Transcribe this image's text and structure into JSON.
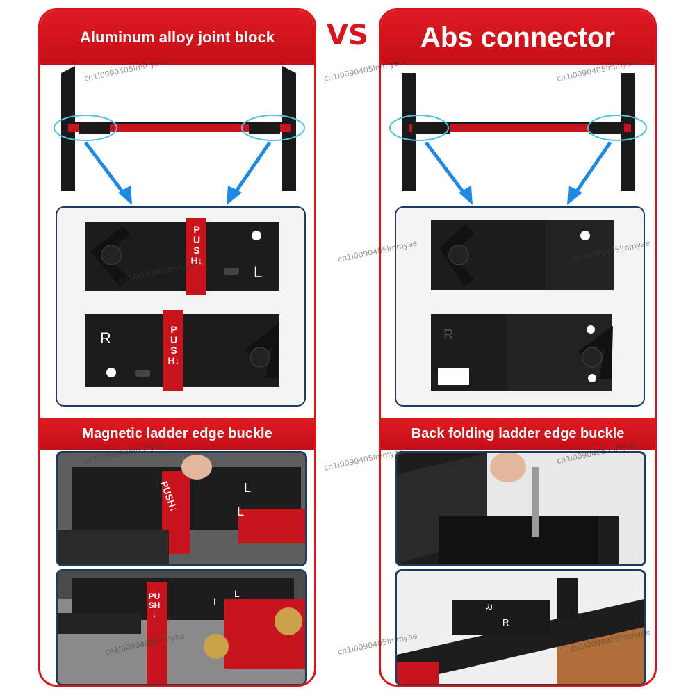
{
  "comparison": {
    "vs_label": "VS"
  },
  "left": {
    "title": "Aluminum alloy joint block",
    "subtitle": "Magnetic ladder edge buckle",
    "block_top": {
      "push": "PUSH↓",
      "letter": "L"
    },
    "block_bottom": {
      "push": "PUSH↓",
      "letter": "R"
    },
    "photo1_letters": [
      "L",
      "L"
    ],
    "photo1_push": "PUSH↓",
    "photo2_letters": [
      "L",
      "L"
    ],
    "photo2_push": "PUSH↓"
  },
  "right": {
    "title": "Abs connector",
    "subtitle": "Back folding ladder edge buckle",
    "block_bottom": {
      "letter": "R"
    },
    "photo2_letters": [
      "R",
      "R"
    ]
  },
  "watermark": "cn1l0090405lmmyae",
  "colors": {
    "brand_red": "#d8141c",
    "frame_navy": "#1c3c5e",
    "highlight_cyan": "#4fc3e0",
    "arrow_blue": "#1e88e5",
    "gold": "#c9a24a"
  }
}
